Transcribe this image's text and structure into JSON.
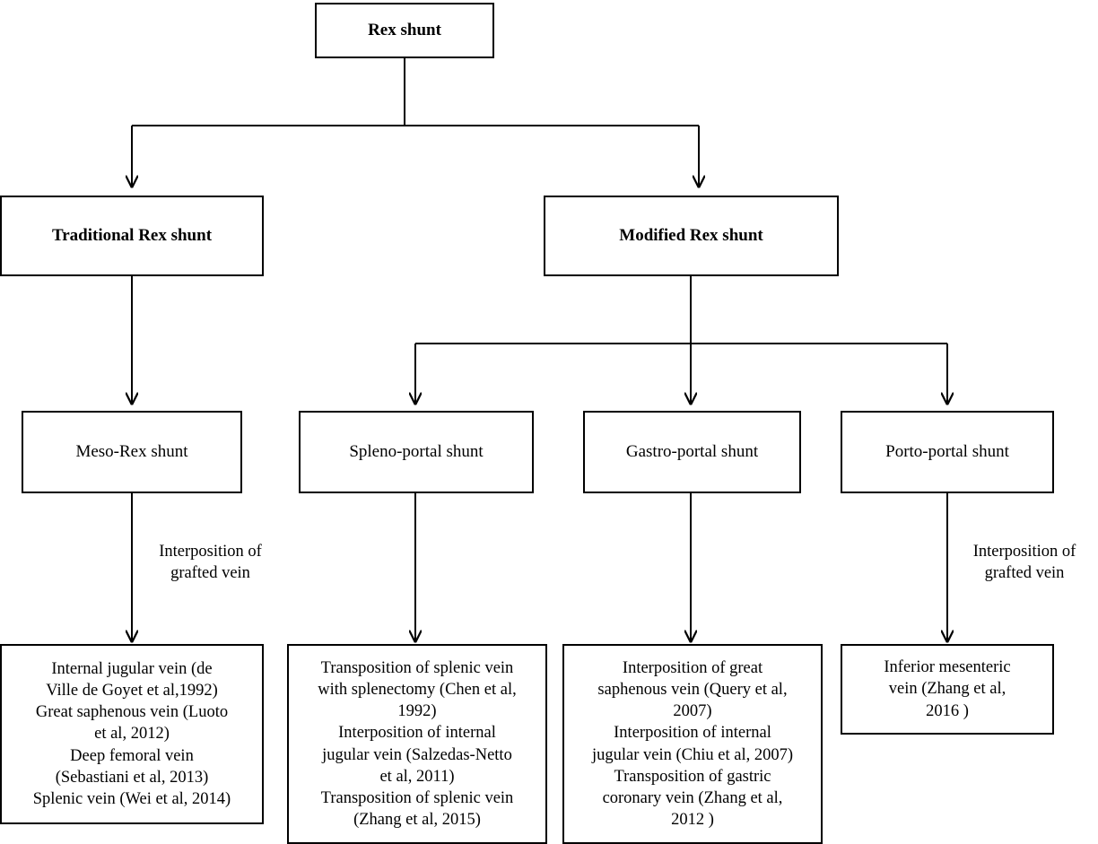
{
  "diagram": {
    "type": "flowchart",
    "orientation": "top-down",
    "root": {
      "id": "rex-shunt",
      "label": "Rex shunt"
    },
    "level2": [
      {
        "id": "traditional-rex-shunt",
        "label": "Traditional Rex shunt"
      },
      {
        "id": "modified-rex-shunt",
        "label": "Modified Rex shunt"
      }
    ],
    "level3": [
      {
        "id": "meso-rex-shunt",
        "label": "Meso-Rex shunt",
        "parent": "traditional-rex-shunt"
      },
      {
        "id": "spleno-portal-shunt",
        "label": "Spleno-portal shunt",
        "parent": "modified-rex-shunt"
      },
      {
        "id": "gastro-portal-shunt",
        "label": "Gastro-portal shunt",
        "parent": "modified-rex-shunt"
      },
      {
        "id": "porto-portal-shunt",
        "label": "Porto-portal shunt",
        "parent": "modified-rex-shunt"
      }
    ],
    "edge_labels": [
      {
        "id": "meso-rex-edge-label",
        "text": "Interposition of\ngrafted vein",
        "parent": "meso-rex-shunt"
      },
      {
        "id": "porto-portal-edge-label",
        "text": "Interposition of\ngrafted vein",
        "parent": "porto-portal-shunt"
      }
    ],
    "leaves": [
      {
        "id": "meso-rex-grafts",
        "parent": "meso-rex-shunt",
        "text": "Internal jugular vein  (de\nVille de Goyet et al,1992)\nGreat saphenous vein (Luoto\net al, 2012)\nDeep femoral vein\n(Sebastiani et al, 2013)\nSplenic vein (Wei et al, 2014)",
        "entries": [
          "Internal jugular vein  (de Ville de Goyet et al,1992)",
          "Great saphenous vein (Luoto et al, 2012)",
          "Deep femoral vein (Sebastiani et al, 2013)",
          "Splenic vein (Wei et al, 2014)"
        ]
      },
      {
        "id": "spleno-portal-techniques",
        "parent": "spleno-portal-shunt",
        "text": "Transposition of splenic vein\nwith splenectomy (Chen et al,\n1992)\nInterposition of internal\njugular vein (Salzedas-Netto\net al, 2011)\nTransposition of splenic vein\n(Zhang et al, 2015)",
        "entries": [
          "Transposition of splenic vein with splenectomy (Chen et al, 1992)",
          "Interposition of internal jugular vein (Salzedas-Netto et al, 2011)",
          "Transposition of splenic vein (Zhang et al, 2015)"
        ]
      },
      {
        "id": "gastro-portal-techniques",
        "parent": "gastro-portal-shunt",
        "text": "Interposition of great\nsaphenous vein (Query et al,\n2007)\nInterposition of internal\njugular vein (Chiu et al, 2007)\nTransposition of gastric\ncoronary vein (Zhang et al,\n2012 )",
        "entries": [
          "Interposition of great saphenous vein (Query et al, 2007)",
          "Interposition of internal jugular vein (Chiu et al, 2007)",
          "Transposition of gastric coronary vein (Zhang et al, 2012 )"
        ]
      },
      {
        "id": "porto-portal-grafts",
        "parent": "porto-portal-shunt",
        "text": "Inferior mesenteric\nvein (Zhang et al,\n2016 )",
        "entries": [
          "Inferior mesenteric vein (Zhang et al, 2016 )"
        ]
      }
    ],
    "colors": {
      "line": "#000000",
      "box_fill": "#ffffff",
      "text": "#000000"
    }
  }
}
